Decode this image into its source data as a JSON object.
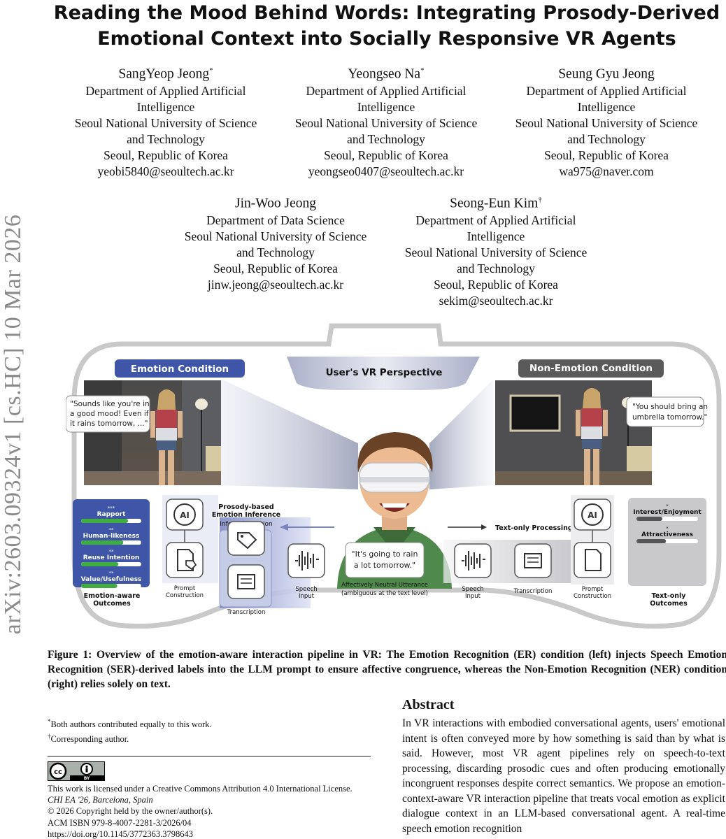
{
  "side_stamp": "arXiv:2603.09324v1  [cs.HC]  10 Mar 2026",
  "title_line1": "Reading the Mood Behind Words: Integrating Prosody-Derived",
  "title_line2": "Emotional Context into Socially Responsive VR Agents",
  "authors": [
    {
      "name": "SangYeop Jeong",
      "mark": "*",
      "lines": [
        "Department of Applied Artificial",
        "Intelligence",
        "Seoul National University of Science",
        "and Technology",
        "Seoul, Republic of Korea",
        "yeobi5840@seoultech.ac.kr"
      ]
    },
    {
      "name": "Yeongseo Na",
      "mark": "*",
      "lines": [
        "Department of Applied Artificial",
        "Intelligence",
        "Seoul National University of Science",
        "and Technology",
        "Seoul, Republic of Korea",
        "yeongseo0407@seoultech.ac.kr"
      ]
    },
    {
      "name": "Seung Gyu Jeong",
      "mark": "",
      "lines": [
        "Department of Applied Artificial",
        "Intelligence",
        "Seoul National University of Science",
        "and Technology",
        "Seoul, Republic of Korea",
        "wa975@naver.com"
      ]
    },
    {
      "name": "Jin-Woo Jeong",
      "mark": "",
      "lines": [
        "Department of Data Science",
        "Seoul National University of Science",
        "and Technology",
        "Seoul, Republic of Korea",
        "jinw.jeong@seoultech.ac.kr"
      ]
    },
    {
      "name": "Seong-Eun Kim",
      "mark": "†",
      "lines": [
        "Department of Applied Artificial",
        "Intelligence",
        "Seoul National University of Science",
        "and Technology",
        "Seoul, Republic of Korea",
        "sekim@seoultech.ac.kr"
      ]
    }
  ],
  "figure": {
    "emotion_condition": "Emotion Condition",
    "user_vr_perspective": "User's VR Perspective",
    "non_emotion_condition": "Non-Emotion Condition",
    "left_bubble": [
      "\"Sounds like you're in",
      "a good mood! Even if",
      "it rains tomorrow, ...\""
    ],
    "right_bubble": [
      "\"You should bring an",
      "umbrella tomorrow.\""
    ],
    "user_bubble": [
      "\"It's going to rain",
      "a lot tomorrow.\""
    ],
    "neutral_utterance": "Affectively Neutral Utterance",
    "ambiguous_note": "(ambiguous at the text level)",
    "prosody_title": [
      "Prosody-based",
      "Emotion Inference"
    ],
    "inferred_emotion": "Inferred Emotion",
    "text_only_processing": "Text-only Processing",
    "prompt_construction": [
      "Prompt",
      "Construction"
    ],
    "transcription": "Transcription",
    "speech_input": [
      "Speech",
      "Input"
    ],
    "ai_label": "AI",
    "left_metrics": [
      {
        "stars": "***",
        "label": "Rapport",
        "fill": 0.78
      },
      {
        "stars": "**",
        "label": "Human-likeness",
        "fill": 0.7
      },
      {
        "stars": "**",
        "label": "Reuse Intention",
        "fill": 0.62
      },
      {
        "stars": "**",
        "label": "Value/Usefulness",
        "fill": 0.6
      }
    ],
    "left_outcomes": [
      "Emotion-aware",
      "Outcomes"
    ],
    "right_metrics": [
      {
        "stars": "*",
        "label": "Interest/Enjoyment",
        "fill": 0.42
      },
      {
        "stars": "*",
        "label": "Attractiveness",
        "fill": 0.48
      }
    ],
    "right_outcomes": [
      "Text-only",
      "Outcomes"
    ],
    "cc_label": "BY"
  },
  "caption": "Figure 1: Overview of the emotion-aware interaction pipeline in VR: The Emotion Recognition (ER) condition (left) injects Speech Emotion Recognition (SER)-derived labels into the LLM prompt to ensure affective congruence, whereas the Non-Emotion Recognition (NER) condition (right) relies solely on text.",
  "footnotes": [
    {
      "mark": "*",
      "text": "Both authors contributed equally to this work."
    },
    {
      "mark": "†",
      "text": "Corresponding author."
    }
  ],
  "license": {
    "line1": "This work is licensed under a Creative Commons Attribution 4.0 International License.",
    "venue": "CHI EA '26, Barcelona, Spain",
    "copyright": "© 2026 Copyright held by the owner/author(s).",
    "isbn": "ACM ISBN 979-8-4007-2281-3/2026/04",
    "doi": "https://doi.org/10.1145/3772363.3798643"
  },
  "abstract_heading": "Abstract",
  "abstract": "In VR interactions with embodied conversational agents, users' emotional intent is often conveyed more by how something is said than by what is said. However, most VR agent pipelines rely on speech-to-text processing, discarding prosodic cues and often producing emotionally incongruent responses despite correct semantics. We propose an emotion-context-aware VR interaction pipeline that treats vocal emotion as explicit dialogue context in an LLM-based conversational agent. A real-time speech emotion recognition",
  "colors": {
    "accent_blue": "#3f56a8",
    "dark_gray": "#5a5a5a",
    "bar_green": "#3fae3f"
  }
}
